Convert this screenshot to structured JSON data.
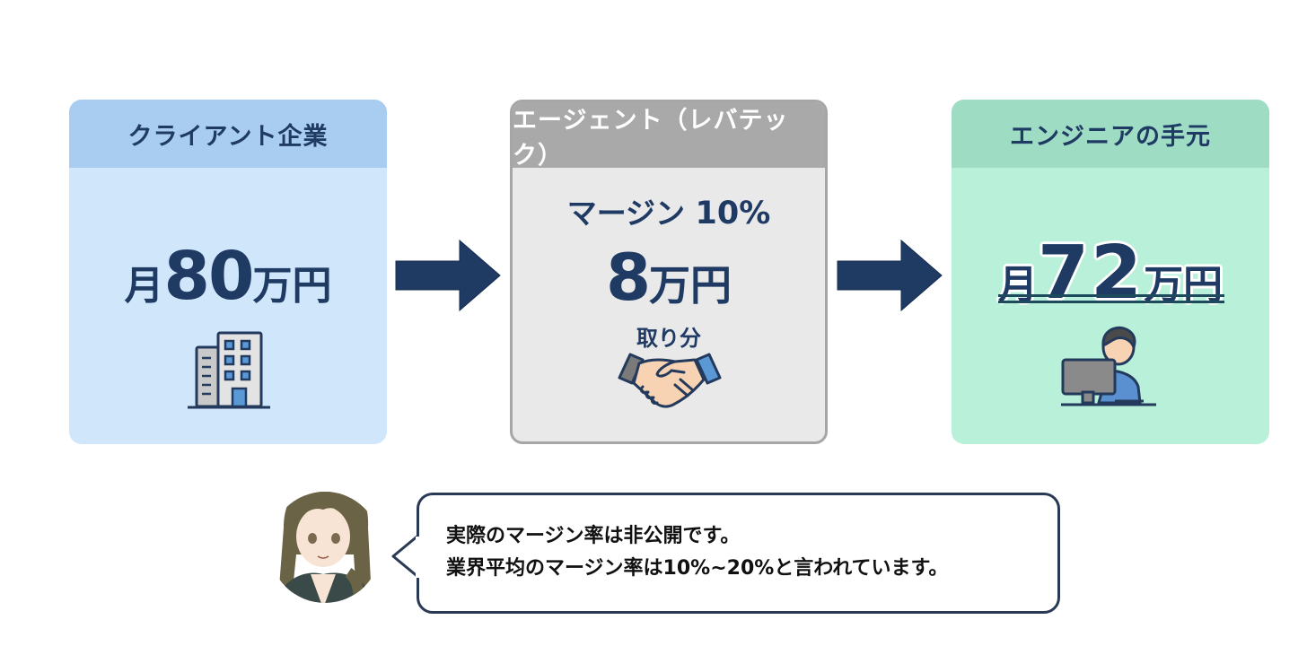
{
  "cards": {
    "client": {
      "title": "クライアント企業",
      "amount_prefix": "月",
      "amount_number": "80",
      "amount_unit": "万円",
      "icon": "building-icon",
      "colors": {
        "header": "#a9cdf0",
        "body": "#d0e7fb"
      }
    },
    "agent": {
      "title": "エージェント（レバテック）",
      "margin_label": "マージン",
      "margin_percent": "10%",
      "amount_number": "8",
      "amount_unit": "万円",
      "share_label": "取り分",
      "icon": "handshake-icon",
      "colors": {
        "header": "#a9a9a9",
        "body": "#e9e9ea"
      }
    },
    "engineer": {
      "title": "エンジニアの手元",
      "amount_prefix": "月",
      "amount_number": "72",
      "amount_unit": "万円",
      "icon": "engineer-at-computer-icon",
      "colors": {
        "header": "#9edcc4",
        "body": "#b8f0d9"
      }
    }
  },
  "arrows": [
    "arrow-right-icon",
    "arrow-right-icon"
  ],
  "speech": {
    "speaker_icon": "female-character-avatar",
    "lines": [
      "実際のマージン率は非公開です。",
      "業界平均のマージン率は10%~20%と言われています。"
    ]
  },
  "colors": {
    "text": "#1f3a63",
    "arrow": "#1f3a63",
    "bubble_border": "#2a3a55"
  }
}
